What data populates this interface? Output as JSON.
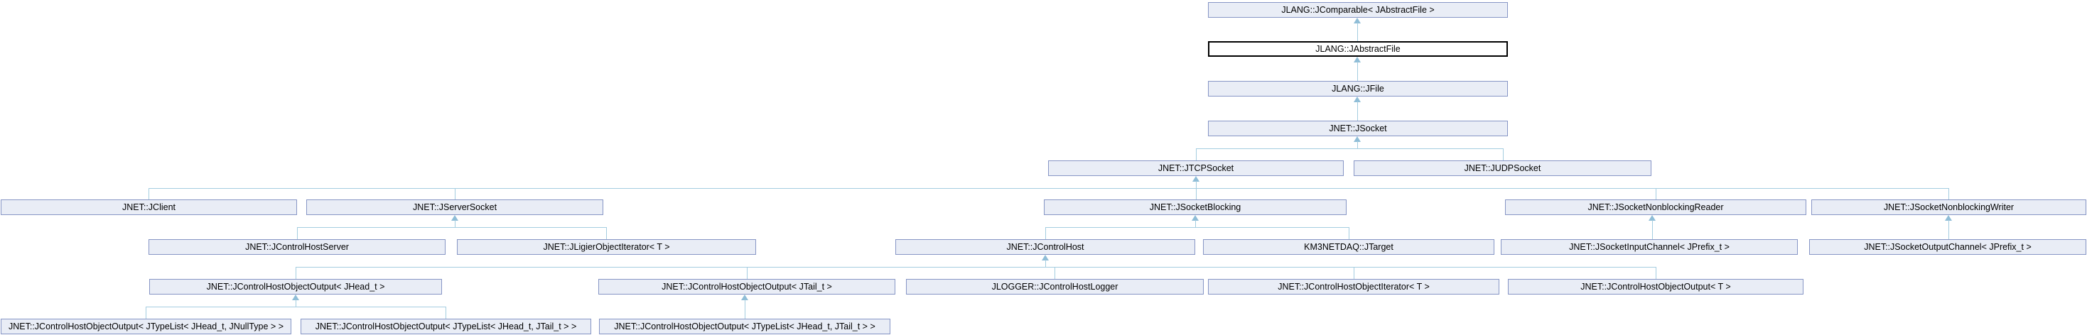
{
  "diagram": {
    "type": "class-inheritance-graph",
    "colors": {
      "node_fill": "#e9edf6",
      "node_border": "#8695c5",
      "current_fill": "#ffffff",
      "current_border": "#000000",
      "edge": "#a4cde0",
      "arrow": "#8fbdd7",
      "text": "#000000",
      "background": "#ffffff"
    },
    "nodes": [
      {
        "label": "JLANG::JComparable< JAbstractFile >",
        "current": false
      },
      {
        "label": "JLANG::JAbstractFile",
        "current": true
      },
      {
        "label": "JLANG::JFile",
        "current": false
      },
      {
        "label": "JNET::JSocket",
        "current": false
      },
      {
        "label": "JNET::JTCPSocket",
        "current": false
      },
      {
        "label": "JNET::JUDPSocket",
        "current": false
      },
      {
        "label": "JNET::JClient",
        "current": false
      },
      {
        "label": "JNET::JServerSocket",
        "current": false
      },
      {
        "label": "JNET::JSocketBlocking",
        "current": false
      },
      {
        "label": "JNET::JSocketNonblockingReader",
        "current": false
      },
      {
        "label": "JNET::JSocketNonblockingWriter",
        "current": false
      },
      {
        "label": "JNET::JControlHostServer",
        "current": false
      },
      {
        "label": "JNET::JLigierObjectIterator< T >",
        "current": false
      },
      {
        "label": "JNET::JControlHost",
        "current": false
      },
      {
        "label": "KM3NETDAQ::JTarget",
        "current": false
      },
      {
        "label": "JNET::JSocketInputChannel< JPrefix_t >",
        "current": false
      },
      {
        "label": "JNET::JSocketOutputChannel< JPrefix_t >",
        "current": false
      },
      {
        "label": "JNET::JControlHostObjectOutput< JHead_t >",
        "current": false
      },
      {
        "label": "JNET::JControlHostObjectOutput< JTail_t >",
        "current": false
      },
      {
        "label": "JLOGGER::JControlHostLogger",
        "current": false
      },
      {
        "label": "JNET::JControlHostObjectIterator< T >",
        "current": false
      },
      {
        "label": "JNET::JControlHostObjectOutput< T >",
        "current": false
      },
      {
        "label": "JNET::JControlHostObjectOutput< JTypeList< JHead_t, JNullType > >",
        "current": false
      },
      {
        "label": "JNET::JControlHostObjectOutput< JTypeList< JHead_t, JTail_t > >",
        "current": false
      },
      {
        "label": "JNET::JControlHostObjectOutput< JTypeList< JHead_t, JTail_t > >",
        "current": false
      }
    ],
    "edges": [
      {
        "from": "JLANG::JAbstractFile",
        "to": "JLANG::JComparable< JAbstractFile >"
      },
      {
        "from": "JLANG::JFile",
        "to": "JLANG::JAbstractFile"
      },
      {
        "from": "JNET::JSocket",
        "to": "JLANG::JFile"
      },
      {
        "from": "JNET::JTCPSocket",
        "to": "JNET::JSocket"
      },
      {
        "from": "JNET::JUDPSocket",
        "to": "JNET::JSocket"
      },
      {
        "from": "JNET::JClient",
        "to": "JNET::JTCPSocket"
      },
      {
        "from": "JNET::JServerSocket",
        "to": "JNET::JTCPSocket"
      },
      {
        "from": "JNET::JSocketBlocking",
        "to": "JNET::JTCPSocket"
      },
      {
        "from": "JNET::JSocketNonblockingReader",
        "to": "JNET::JTCPSocket"
      },
      {
        "from": "JNET::JSocketNonblockingWriter",
        "to": "JNET::JTCPSocket"
      },
      {
        "from": "JNET::JControlHostServer",
        "to": "JNET::JServerSocket"
      },
      {
        "from": "JNET::JLigierObjectIterator< T >",
        "to": "JNET::JServerSocket"
      },
      {
        "from": "JNET::JControlHost",
        "to": "JNET::JSocketBlocking"
      },
      {
        "from": "KM3NETDAQ::JTarget",
        "to": "JNET::JSocketBlocking"
      },
      {
        "from": "JNET::JSocketInputChannel< JPrefix_t >",
        "to": "JNET::JSocketNonblockingReader"
      },
      {
        "from": "JNET::JSocketOutputChannel< JPrefix_t >",
        "to": "JNET::JSocketNonblockingWriter"
      },
      {
        "from": "JNET::JControlHostObjectOutput< JHead_t >",
        "to": "JNET::JControlHost"
      },
      {
        "from": "JNET::JControlHostObjectOutput< JTail_t >",
        "to": "JNET::JControlHost"
      },
      {
        "from": "JLOGGER::JControlHostLogger",
        "to": "JNET::JControlHost"
      },
      {
        "from": "JNET::JControlHostObjectIterator< T >",
        "to": "JNET::JControlHost"
      },
      {
        "from": "JNET::JControlHostObjectOutput< T >",
        "to": "JNET::JControlHost"
      },
      {
        "from": "JNET::JControlHostObjectOutput< JTypeList< JHead_t, JNullType > >",
        "to": "JNET::JControlHostObjectOutput< JHead_t >"
      },
      {
        "from": "JNET::JControlHostObjectOutput< JTypeList< JHead_t, JTail_t > > (left)",
        "to": "JNET::JControlHostObjectOutput< JHead_t >"
      },
      {
        "from": "JNET::JControlHostObjectOutput< JTypeList< JHead_t, JTail_t > > (right)",
        "to": "JNET::JControlHostObjectOutput< JTail_t >"
      }
    ]
  }
}
